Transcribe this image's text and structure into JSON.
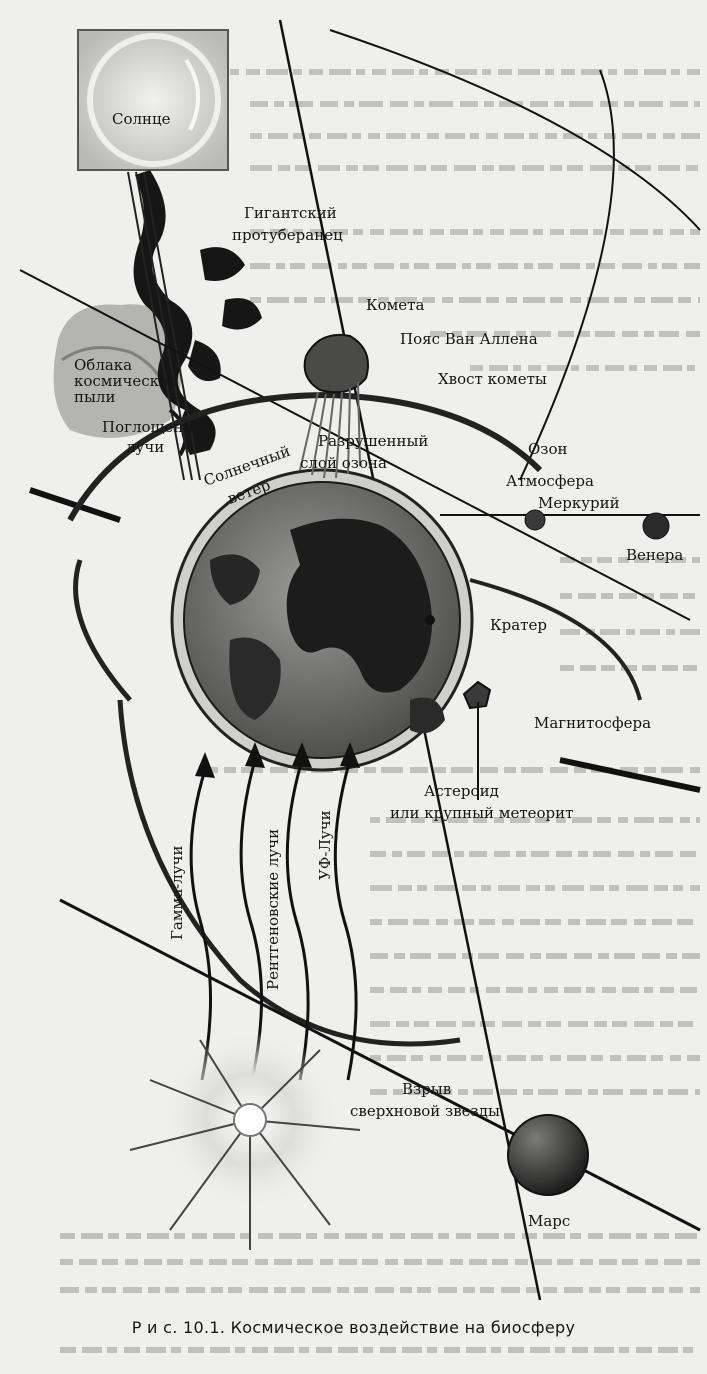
{
  "labels": {
    "sun": "Солнце",
    "prominence": [
      "Гигантский",
      "протуберанец"
    ],
    "dust": [
      "Облака",
      "космической",
      "пыли"
    ],
    "comet": "Комета",
    "van_allen": "Пояс Ван Аллена",
    "comet_tail": "Хвост кометы",
    "absorbed_rays": [
      "Поглощенные",
      "лучи"
    ],
    "solar_wind": [
      "Солнечный",
      "ветер"
    ],
    "destroyed_ozone": [
      "Разрушенный",
      "слой озона"
    ],
    "ozone": "Озон",
    "atmosphere": "Атмосфера",
    "mercury": "Меркурий",
    "venus": "Венера",
    "crater": "Кратер",
    "magnetosphere": "Магнитосфера",
    "asteroid": [
      "Астероид",
      "или крупный метеорит"
    ],
    "gamma": "Гамма-лучи",
    "xray": "Рентгеновские лучи",
    "uv": "УФ-Лучи",
    "supernova": [
      "Взрыв",
      "сверхновой звезды"
    ],
    "mars": "Марс"
  },
  "caption": {
    "prefix": "Р и с. 10.1.",
    "text": "Космическое воздействие на биосферу"
  },
  "colors": {
    "paper": "#efefed",
    "ink": "#151515",
    "background_text": "#8c8c8c"
  }
}
